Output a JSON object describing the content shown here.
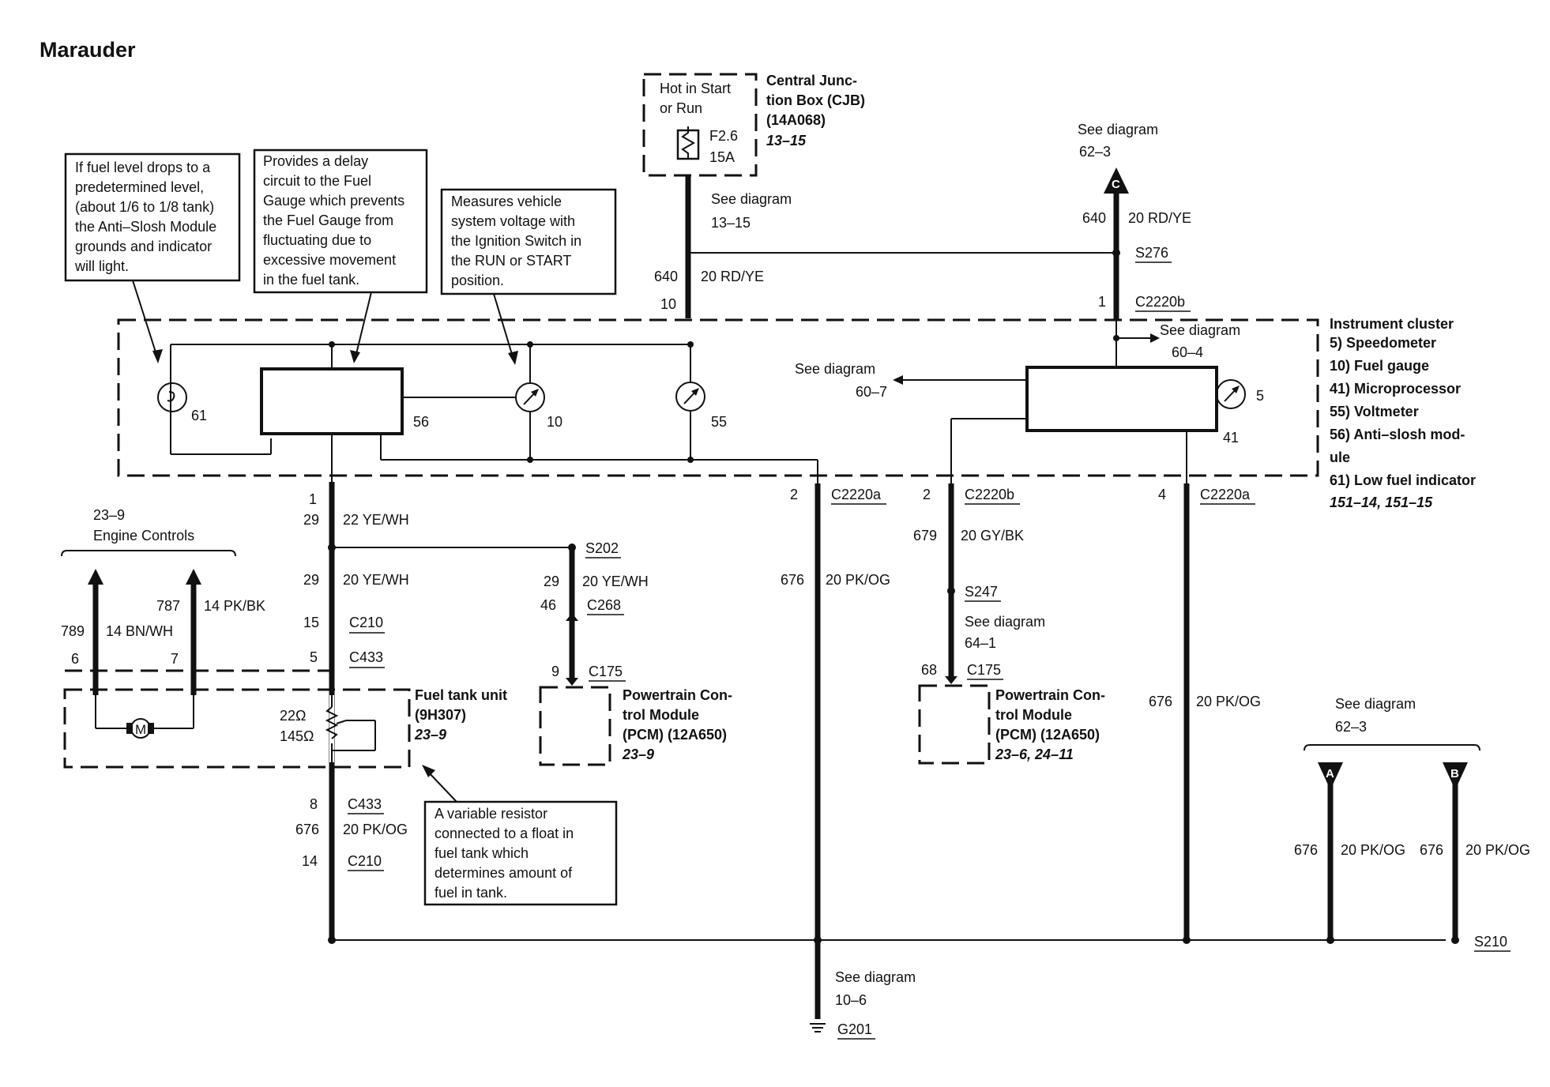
{
  "title": "Marauder",
  "notes": {
    "low_fuel": [
      "If fuel level drops to a",
      "predetermined level,",
      "(about 1/6 to 1/8 tank)",
      "the Anti–Slosh Module",
      "grounds and indicator",
      "will light."
    ],
    "delay": [
      "Provides a delay",
      "circuit to the Fuel",
      "Gauge which prevents",
      "the Fuel Gauge from",
      "fluctuating due to",
      "excessive movement",
      "in the fuel tank."
    ],
    "voltage": [
      "Measures vehicle",
      "system voltage with",
      "the Ignition Switch in",
      "the RUN or START",
      "position."
    ],
    "resistor": [
      "A variable resistor",
      "connected to a float in",
      "fuel tank which",
      "determines amount of",
      "fuel in tank."
    ]
  },
  "cjb": {
    "inner": [
      "Hot in Start",
      "or Run"
    ],
    "fuse": [
      "F2.6",
      "15A"
    ],
    "label": [
      "Central Junc-",
      "tion Box (CJB)",
      "(14A068)"
    ],
    "ref": "13–15"
  },
  "cluster": {
    "label": "Instrument cluster",
    "items": [
      "5)   Speedometer",
      "10) Fuel gauge",
      "41) Microprocessor",
      "55) Voltmeter",
      "56) Anti–slosh mod-",
      "       ule",
      "61) Low fuel indicator"
    ],
    "ref": "151–14, 151–15"
  },
  "fuel_tank": {
    "label": [
      "Fuel tank unit",
      "(9H307)"
    ],
    "ref": "23–9",
    "r1": "22Ω",
    "r2": "145Ω"
  },
  "pcm_left": {
    "label": [
      "Powertrain Con-",
      "trol Module",
      "(PCM) (12A650)"
    ],
    "ref": "23–9"
  },
  "pcm_right": {
    "label": [
      "Powertrain Con-",
      "trol Module",
      "(PCM) (12A650)"
    ],
    "ref": "23–6, 24–11"
  },
  "engine_controls": [
    "23–9",
    "Engine Controls"
  ],
  "see_diagram": "See diagram",
  "refs": {
    "r13_15": "13–15",
    "r62_3a": "62–3",
    "r60_4": "60–4",
    "r60_7": "60–7",
    "r64_1": "64–1",
    "r62_3b": "62–3",
    "r10_6": "10–6"
  },
  "connectors": {
    "S276": "S276",
    "C2220b_top": "C2220b",
    "C2220a_l": "C2220a",
    "C2220b_b": "C2220b",
    "C2220a_r": "C2220a",
    "S202": "S202",
    "C268": "C268",
    "C175_l": "C175",
    "C175_r": "C175",
    "C210_a": "C210",
    "C433_a": "C433",
    "C433_b": "C433",
    "C210_b": "C210",
    "S247": "S247",
    "S210": "S210",
    "G201": "G201"
  },
  "wires": {
    "w640": "640",
    "w640_col": "20 RD/YE",
    "w640b": "640",
    "w640b_col": "20 RD/YE",
    "w29": "29",
    "w29_col": "22 YE/WH",
    "w29b": "29",
    "w29b_col": "20 YE/WH",
    "w29c": "29",
    "w29c_col": "20 YE/WH",
    "w46": "46",
    "w676a": "676",
    "w676a_col": "20 PK/OG",
    "w679": "679",
    "w679_col": "20 GY/BK",
    "w676b": "676",
    "w676b_col": "20 PK/OG",
    "w676c": "676",
    "w676c_col": "20 PK/OG",
    "w676d": "676",
    "w676d_col": "20 PK/OG",
    "w676e": "676",
    "w676e_col": "20 PK/OG",
    "w789": "789",
    "w789_col": "14 BN/WH",
    "w787": "787",
    "w787_col": "14 PK/BK"
  },
  "pins": {
    "p10": "10",
    "p1": "1",
    "p1b": "1",
    "p29": "29",
    "p2": "2",
    "p2b": "2",
    "p4": "4",
    "p15": "15",
    "p5": "5",
    "p6": "6",
    "p7": "7",
    "p8": "8",
    "p14": "14",
    "p9": "9",
    "p68": "68",
    "n61": "61",
    "n56": "56",
    "n10": "10",
    "n55": "55",
    "n5": "5",
    "n41": "41"
  },
  "arrows": {
    "C": "C",
    "A": "A",
    "B": "B"
  }
}
